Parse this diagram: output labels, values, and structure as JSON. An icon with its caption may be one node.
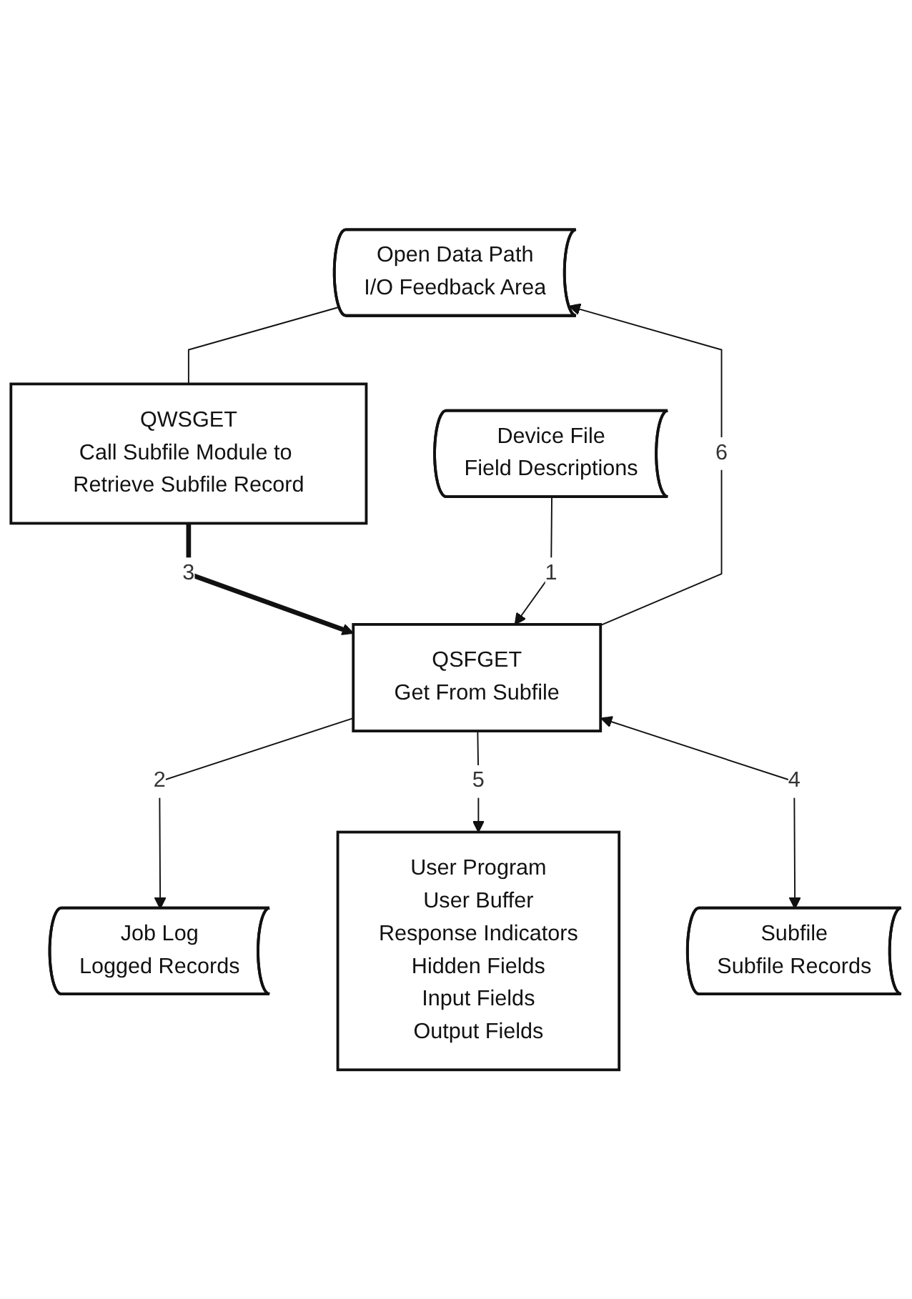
{
  "diagram": {
    "nodes": [
      {
        "text": [
          "Open Data Path",
          "I/O Feedback Area"
        ]
      },
      {
        "text": [
          "QWSGET",
          "Call Subfile Module to Retrieve Subfile Record"
        ]
      },
      {
        "text": [
          "Device File",
          "Field Descriptions"
        ]
      },
      {
        "text": [
          "Job Log",
          "Logged Records"
        ]
      },
      {
        "text": [
          "QSFGET",
          "Get From Subfile"
        ]
      },
      {
        "text": [
          "User Program",
          "User Buffer",
          "Response Indicators",
          "Hidden Fields",
          "Input Fields",
          "Output Fields"
        ]
      },
      {
        "text": [
          "Subfile",
          "Subfile Records"
        ]
      }
    ],
    "edges": [
      {
        "from": 0,
        "to": 1,
        "arrow": "none"
      },
      {
        "from": 1,
        "to": 4,
        "arrow": "to",
        "label": "3",
        "style": "thick"
      },
      {
        "from": 2,
        "to": 4,
        "arrow": "to",
        "label": "1"
      },
      {
        "from": 4,
        "to": 3,
        "arrow": "to",
        "label": "2"
      },
      {
        "from": 4,
        "to": 5,
        "arrow": "to",
        "label": "5"
      },
      {
        "from": 4,
        "to": 6,
        "arrow": "both",
        "label": "4"
      },
      {
        "from": 4,
        "to": 0,
        "arrow": "to",
        "label": "6"
      }
    ]
  }
}
